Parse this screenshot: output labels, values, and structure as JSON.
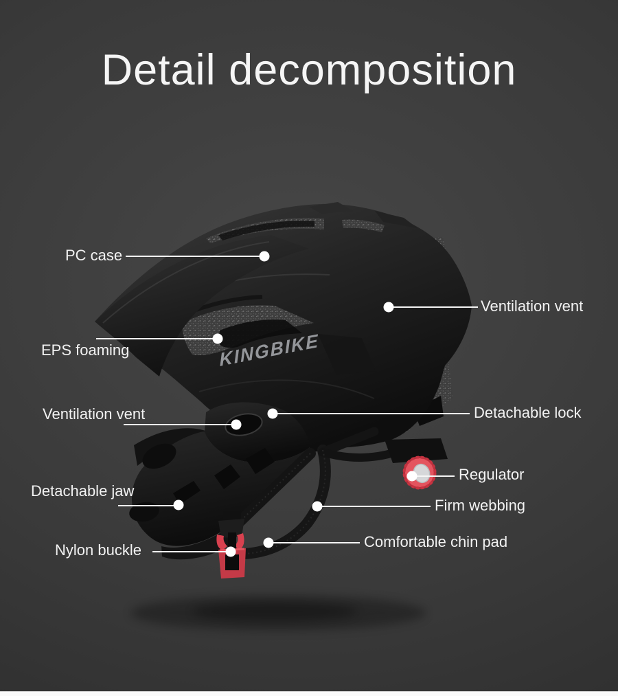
{
  "page": {
    "title": "Detail decomposition",
    "brand_logo": "KINGBIKE",
    "colors": {
      "background_center": "#474747",
      "background_edge": "#272727",
      "accent_red": "#e4545f",
      "callout_line": "#ffffff",
      "text": "#f2f2f2"
    }
  },
  "callouts": [
    {
      "label": "PC case",
      "side": "left"
    },
    {
      "label": "Ventilation vent",
      "side": "right"
    },
    {
      "label": "EPS foaming",
      "side": "left"
    },
    {
      "label": "Ventilation vent",
      "side": "left"
    },
    {
      "label": "Detachable lock",
      "side": "right"
    },
    {
      "label": "Regulator",
      "side": "right"
    },
    {
      "label": "Detachable jaw",
      "side": "left"
    },
    {
      "label": "Firm webbing",
      "side": "right"
    },
    {
      "label": "Comfortable chin pad",
      "side": "right"
    },
    {
      "label": "Nylon buckle",
      "side": "left"
    }
  ]
}
